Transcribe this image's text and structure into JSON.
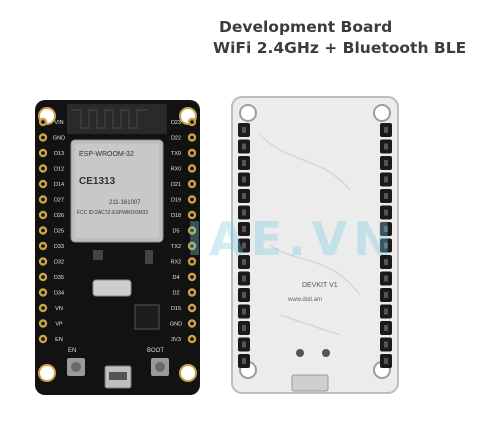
{
  "caption": {
    "line1": "Development Board",
    "line2": "WiFi 2.4GHz + Bluetooth BLE"
  },
  "front_board": {
    "module_name": "ESP-WROOM-32",
    "ce_mark": "CE1313",
    "fcc_line1": "211-161007",
    "fcc_line2": "FCC ID:2AC7Z-ESPWROOM32",
    "left_pins": [
      "VIN",
      "GND",
      "D13",
      "D12",
      "D14",
      "D27",
      "D26",
      "D25",
      "D33",
      "D32",
      "D35",
      "D34",
      "VN",
      "VP",
      "EN"
    ],
    "right_pins": [
      "D23",
      "D22",
      "TX0",
      "RX0",
      "D21",
      "D19",
      "D18",
      "D5",
      "TX2",
      "RX2",
      "D4",
      "D2",
      "D15",
      "GND",
      "3V3"
    ],
    "button_en": "EN",
    "button_boot": "BOOT"
  },
  "back_board": {
    "model": "DEVKIT V1",
    "url": "www.doit.am"
  },
  "watermark": "IAE.VN",
  "colors": {
    "pcb_front": "#121212",
    "pcb_back": "#ececec",
    "shield": "#bdbdbd",
    "header": "#1a1a1a",
    "pad": "#c9a24a"
  }
}
